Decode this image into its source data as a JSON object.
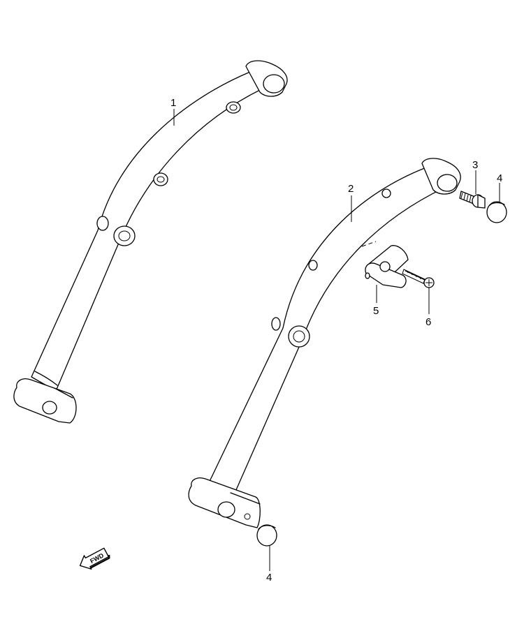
{
  "labels": {
    "part1": "1",
    "part2": "2",
    "part3": "3",
    "part4_top": "4",
    "part4_bottom": "4",
    "part5": "5",
    "part6": "6"
  },
  "fwd": {
    "text": "FWD"
  }
}
